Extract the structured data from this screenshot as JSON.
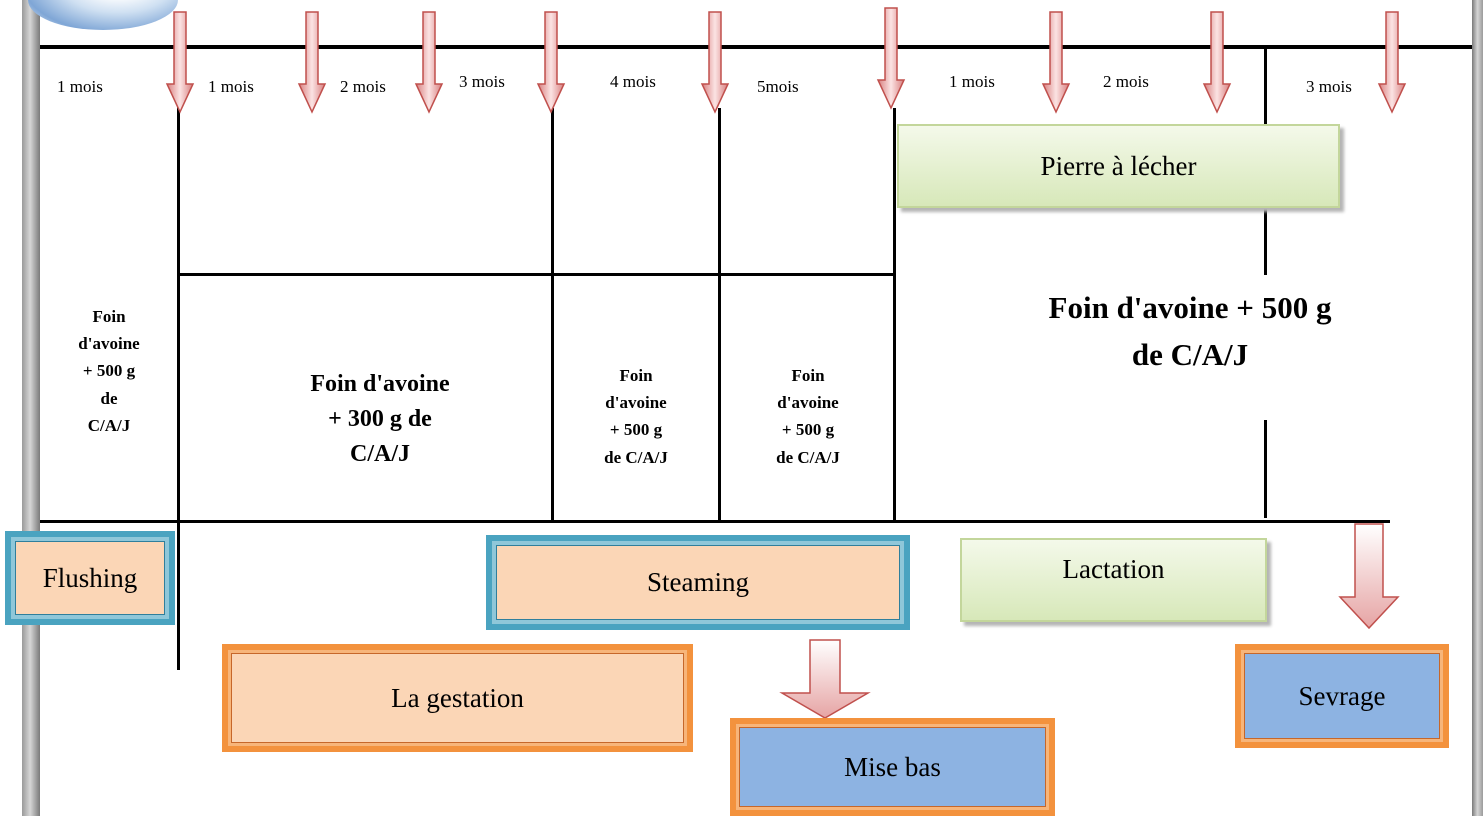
{
  "timeline": {
    "months": [
      "1 mois",
      "1 mois",
      "2 mois",
      "3 mois",
      "4 mois",
      "5mois",
      "1 mois",
      "2 mois",
      "3 mois"
    ]
  },
  "feeding": {
    "cell1": [
      "Foin",
      "d'avoine",
      "+  500 g",
      "de",
      "C/A/J"
    ],
    "cell2": [
      "Foin  d'avoine",
      "+  300 g  de",
      "C/A/J"
    ],
    "cell3": [
      "Foin",
      "d'avoine",
      "+  500 g",
      "de  C/A/J"
    ],
    "cell4": [
      "Foin",
      "d'avoine",
      "+  500 g",
      "de  C/A/J"
    ],
    "cell5": [
      "Foin  d'avoine  +  500 g",
      "de  C/A/J"
    ]
  },
  "boxes": {
    "pierre": "Pierre à  lécher",
    "flushing": "Flushing",
    "steaming": "Steaming",
    "lactation": "Lactation",
    "gestation": "La gestation",
    "mise_bas": "Mise bas",
    "sevrage": "Sevrage"
  },
  "colors": {
    "arrow_fill": "#f2b6b6",
    "arrow_stroke": "#c0504d",
    "blue_frame": "#4aa3c0",
    "orange_frame": "#f3923d",
    "peach": "#fbd6b6",
    "blue_fill": "#8db3e2",
    "green_fill": "#d7e8b9"
  },
  "icons": {
    "timeline_marker": "down-arrow-icon"
  }
}
